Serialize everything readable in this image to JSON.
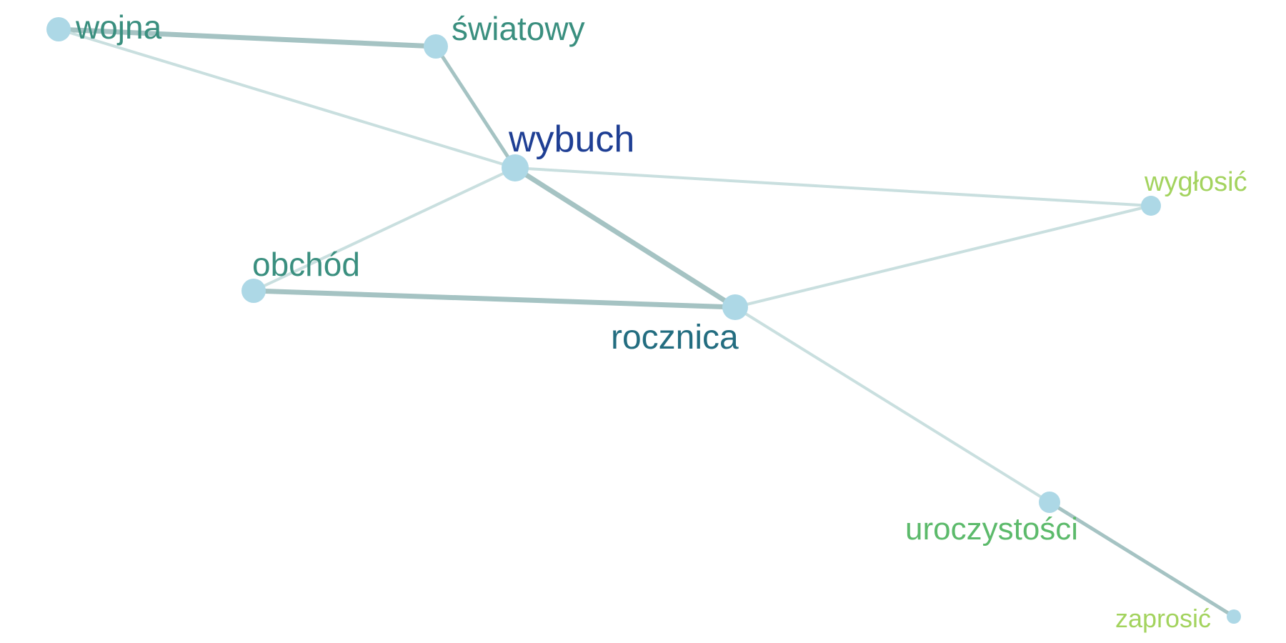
{
  "graph": {
    "node_color": "#add8e6",
    "nodes": [
      {
        "id": "wojna",
        "label": "wojna",
        "color": "#3a8f7f"
      },
      {
        "id": "swiatowy",
        "label": "światowy",
        "color": "#3a8f7f"
      },
      {
        "id": "wybuch",
        "label": "wybuch",
        "color": "#1f3f94"
      },
      {
        "id": "wyglosic",
        "label": "wygłosić",
        "color": "#a3d35e"
      },
      {
        "id": "obchod",
        "label": "obchód",
        "color": "#3a8f7f"
      },
      {
        "id": "rocznica",
        "label": "rocznica",
        "color": "#236d80"
      },
      {
        "id": "uroczystosci",
        "label": "uroczystości",
        "color": "#5cba6b"
      },
      {
        "id": "zaprosic",
        "label": "zaprosić",
        "color": "#a3d35e"
      }
    ],
    "edges": [
      {
        "source": "wojna",
        "target": "swiatowy",
        "strength": "strong",
        "color": "#a5c3c3"
      },
      {
        "source": "wojna",
        "target": "wybuch",
        "strength": "weak",
        "color": "#c9dfdf"
      },
      {
        "source": "swiatowy",
        "target": "wybuch",
        "strength": "medium",
        "color": "#a5c3c3"
      },
      {
        "source": "wybuch",
        "target": "wyglosic",
        "strength": "weak",
        "color": "#c9dfdf"
      },
      {
        "source": "wybuch",
        "target": "obchod",
        "strength": "weak",
        "color": "#c9dfdf"
      },
      {
        "source": "wybuch",
        "target": "rocznica",
        "strength": "strong",
        "color": "#a5c3c3"
      },
      {
        "source": "obchod",
        "target": "rocznica",
        "strength": "strong",
        "color": "#a5c3c3"
      },
      {
        "source": "rocznica",
        "target": "wyglosic",
        "strength": "weak",
        "color": "#c9dfdf"
      },
      {
        "source": "rocznica",
        "target": "uroczystosci",
        "strength": "weak",
        "color": "#c9dfdf"
      },
      {
        "source": "uroczystosci",
        "target": "zaprosic",
        "strength": "medium",
        "color": "#a5c3c3"
      }
    ]
  }
}
